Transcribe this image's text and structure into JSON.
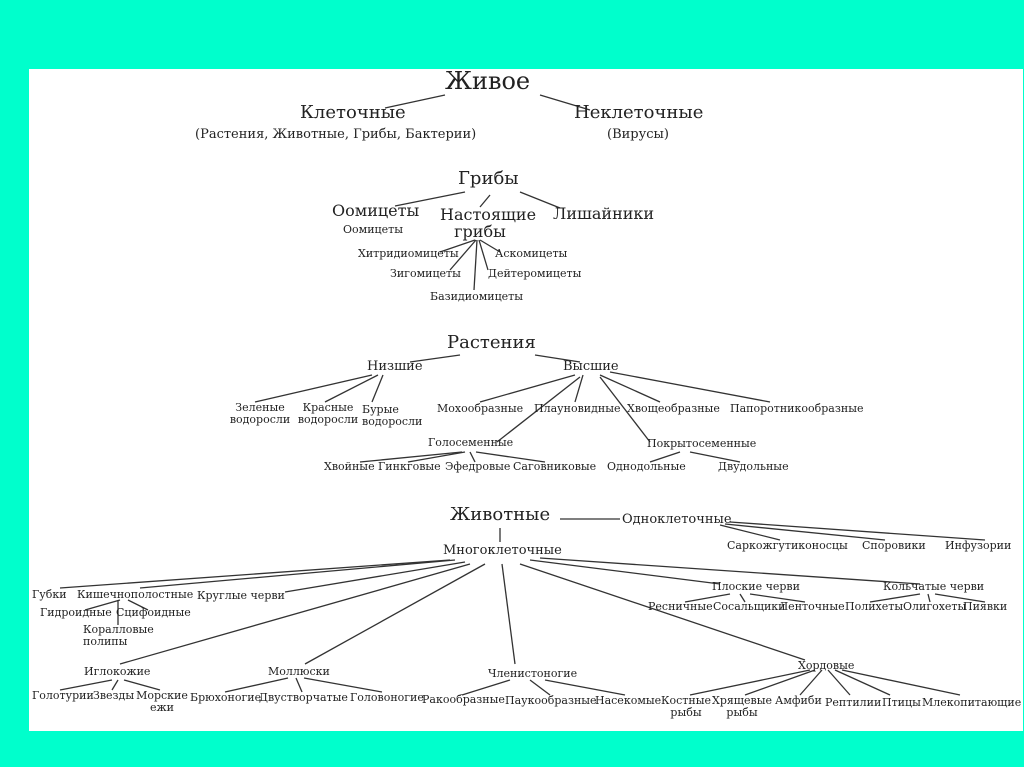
{
  "diagram": {
    "bg_color": "#00ffcc",
    "life": {
      "root": "Живое",
      "cellular": "Клеточные",
      "cellular_note": "(Растения, Животные, Грибы, Бактерии)",
      "noncellular": "Неклеточные",
      "noncellular_note": "(Вирусы)"
    },
    "fungi": {
      "root": "Грибы",
      "oomycetes": "Оомицеты",
      "oomycetes_sub": "Оомицеты",
      "true_fungi": "Настоящие\nгрибы",
      "lichens": "Лишайники",
      "chytrid": "Хитридиомицеты",
      "asco": "Аскомицеты",
      "zygo": "Зигомицеты",
      "deutero": "Дейтеромицеты",
      "basidio": "Базидиомицеты"
    },
    "plants": {
      "root": "Растения",
      "lower": "Низшие",
      "higher": "Высшие",
      "green": "Зеленые\nводоросли",
      "red": "Красные\nводоросли",
      "brown": "Бурые\nводоросли",
      "moss": "Мохообразные",
      "club": "Плауновидные",
      "horsetail": "Хвощеобразные",
      "fern": "Папоротникообразные",
      "gymno": "Голосеменные",
      "angio": "Покрытосеменные",
      "conifer": "Хвойные",
      "ginkgo": "Гинкговые",
      "ephedra": "Эфедровые",
      "cycad": "Саговниковые",
      "mono": "Однодольные",
      "dico": "Двудольные"
    },
    "animals": {
      "root": "Животные",
      "uni": "Одноклеточные",
      "multi": "Многоклеточные",
      "sarco": "Саркожгутиконосцы",
      "sporo": "Споровики",
      "infuso": "Инфузории",
      "sponges": "Губки",
      "coelent": "Кишечнополостные",
      "hydroid": "Гидроидные",
      "scyph": "Сцифоидные",
      "coral": "Коралловые\nполипы",
      "round": "Круглые черви",
      "flat": "Плоские черви",
      "cil": "Ресничные",
      "fluke": "Сосальщики",
      "tape": "Ленточные",
      "annelid": "Кольчатые черви",
      "poly": "Полихеты",
      "oligo": "Олигохеты",
      "leech": "Пиявки",
      "echino": "Иглокожие",
      "holo": "Голотурии",
      "stars": "Звезды",
      "urchin": "Морские\nежи",
      "mollusc": "Моллюски",
      "gastro": "Брюхоногие",
      "biv": "Двустворчатые",
      "cephalo": "Головоногие",
      "arthro": "Членистоногие",
      "crust": "Ракообразные",
      "arach": "Паукообразные",
      "insect": "Насекомые",
      "chord": "Хордовые",
      "bony": "Костные\nрыбы",
      "cart": "Хрящевые\nрыбы",
      "amph": "Амфиби",
      "rept": "Рептилии",
      "birds": "Птицы",
      "mamm": "Млекопитающие"
    }
  }
}
